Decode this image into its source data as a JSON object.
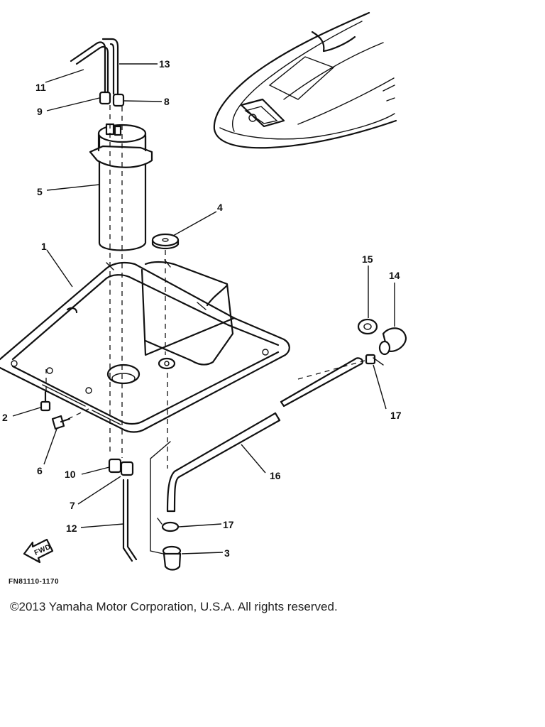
{
  "diagram": {
    "callouts": [
      "1",
      "2",
      "3",
      "4",
      "5",
      "6",
      "7",
      "8",
      "9",
      "10",
      "11",
      "12",
      "13",
      "14",
      "15",
      "16",
      "17",
      "17"
    ],
    "fwd_label": "FWD",
    "figure_code": "FN81110-1170"
  },
  "footer": {
    "copyright": "©2013 Yamaha Motor Corporation, U.S.A. All rights reserved."
  }
}
